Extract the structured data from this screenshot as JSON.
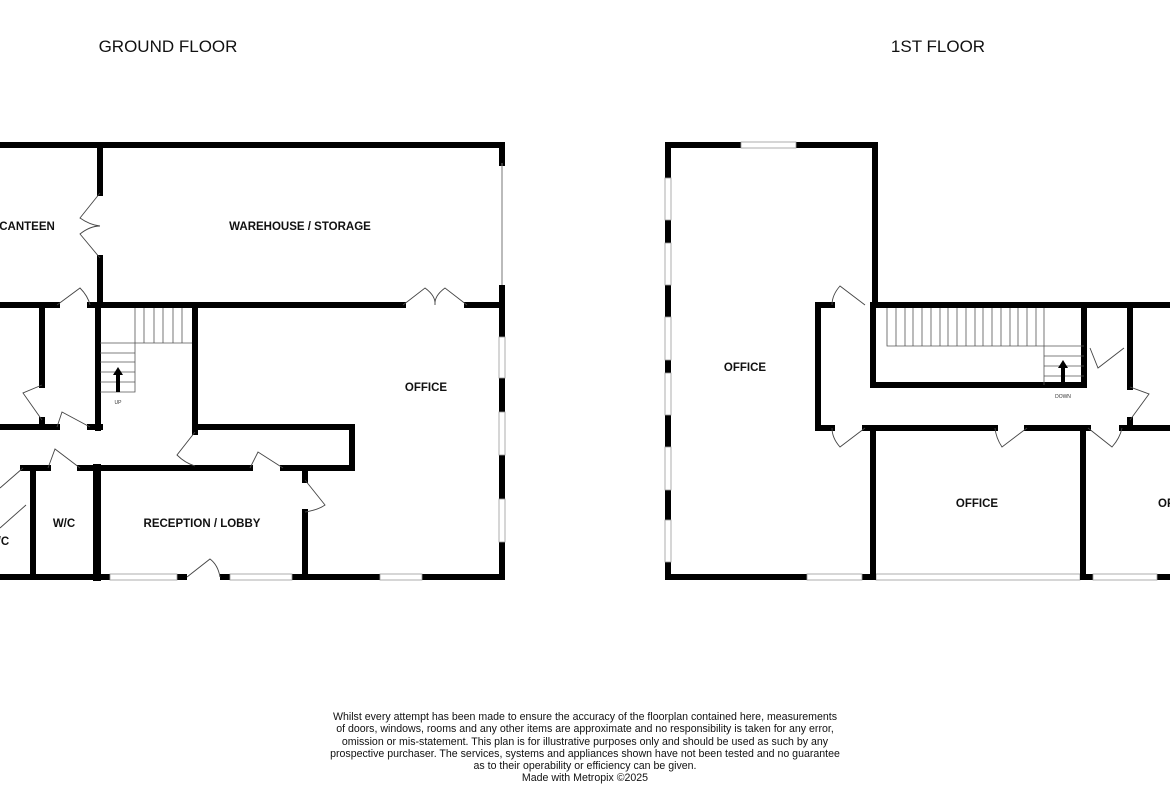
{
  "ground_floor": {
    "title": "GROUND FLOOR",
    "rooms": {
      "canteen": "CANTEEN",
      "warehouse": "WAREHOUSE / STORAGE",
      "office": "OFFICE",
      "wc1": "W/C",
      "wc2": "W/C",
      "reception": "RECEPTION / LOBBY"
    },
    "stairs_label": "UP"
  },
  "first_floor": {
    "title": "1ST FLOOR",
    "rooms": {
      "office_large": "OFFICE",
      "office_middle": "OFFICE",
      "office_right": "OFFICE"
    },
    "stairs_label": "DOWN"
  },
  "disclaimer": {
    "lines": [
      "Whilst every attempt has been made to ensure the accuracy of the floorplan contained here, measurements",
      "of doors, windows, rooms and any other items are approximate and no responsibility is taken for any error,",
      "omission or mis-statement. This plan is for illustrative purposes only and should be used as such by any",
      "prospective purchaser. The services, systems and appliances shown have not been tested and no guarantee",
      "as to their operability or efficiency can be given.",
      "Made with Metropix ©2025"
    ]
  }
}
